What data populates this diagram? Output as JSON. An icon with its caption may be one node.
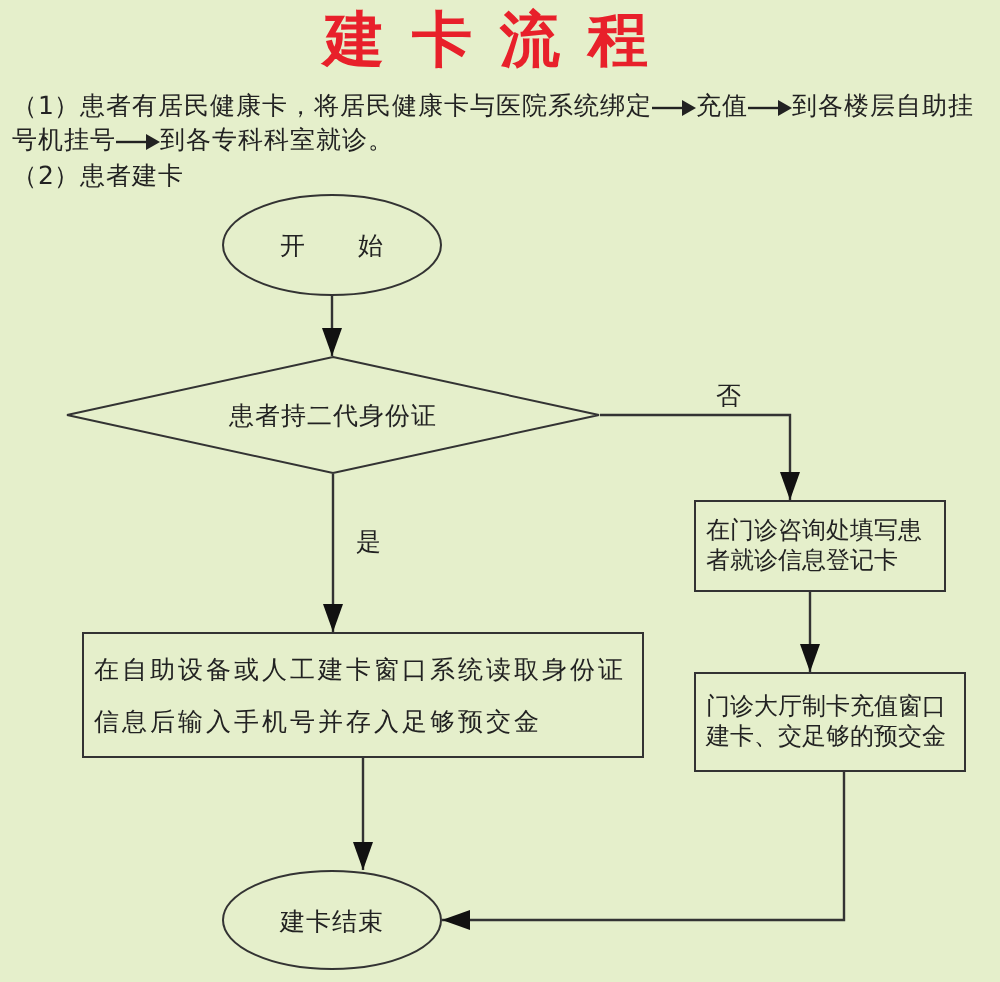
{
  "diagram": {
    "title": "建卡流程",
    "nodes": [
      {
        "text": [
          "开　　始"
        ]
      },
      {
        "text": [
          "患者持二代身份证"
        ]
      },
      {
        "text": [
          "在门诊咨询处填写患者就诊信息登记卡"
        ]
      },
      {
        "text": [
          "在自助设备或人工建卡窗口系统读取身份证信息后输入手机号并存入足够预交金"
        ]
      },
      {
        "text": [
          "门诊大厅制卡充值窗口建卡、交足够的预交金"
        ]
      },
      {
        "text": [
          "建卡结束"
        ]
      }
    ],
    "edges": [
      {
        "from": 0,
        "to": 1,
        "arrow": "to"
      },
      {
        "from": 1,
        "to": 2,
        "arrow": "to",
        "label": "否"
      },
      {
        "from": 1,
        "to": 3,
        "arrow": "to",
        "label": "是"
      },
      {
        "from": 2,
        "to": 4,
        "arrow": "to"
      },
      {
        "from": 3,
        "to": 5,
        "arrow": "to"
      },
      {
        "from": 4,
        "to": 5,
        "arrow": "to"
      }
    ],
    "labels": [
      "（1）患者有居民健康卡，将居民健康卡与医院系统绑定",
      "充值",
      "到各楼层自助挂号机挂号",
      "到各专科科室就诊。",
      "（2）患者建卡"
    ]
  }
}
